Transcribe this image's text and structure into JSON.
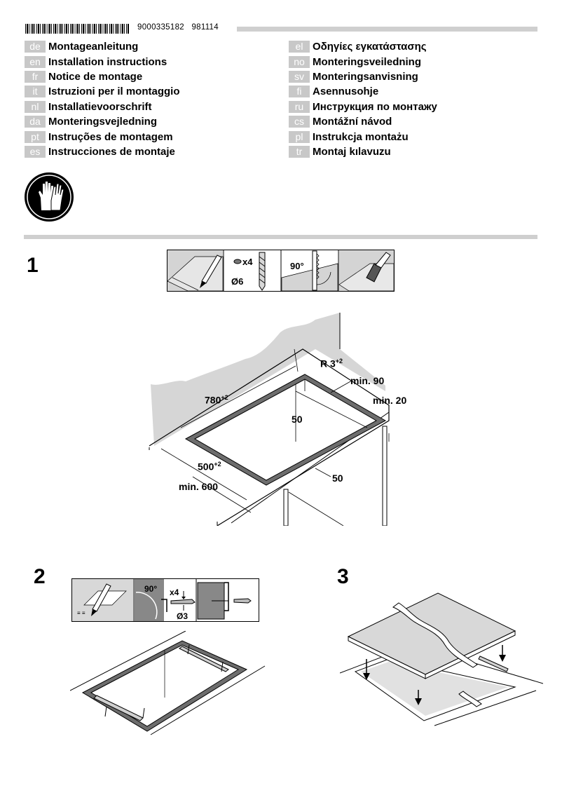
{
  "header": {
    "part_number": "9000335182",
    "date_code": "981114"
  },
  "languages_left": [
    {
      "code": "de",
      "title": "Montageanleitung"
    },
    {
      "code": "en",
      "title": "Installation instructions"
    },
    {
      "code": "fr",
      "title": "Notice de montage"
    },
    {
      "code": "it",
      "title": "Istruzioni per il montaggio"
    },
    {
      "code": "nl",
      "title": "Installatievoorschrift"
    },
    {
      "code": "da",
      "title": "Monteringsvejledning"
    },
    {
      "code": "pt",
      "title": "Instruções de montagem"
    },
    {
      "code": "es",
      "title": "Instrucciones de montaje"
    }
  ],
  "languages_right": [
    {
      "code": "el",
      "title": "Οδηγίες εγκατάστασης"
    },
    {
      "code": "no",
      "title": "Monteringsveiledning"
    },
    {
      "code": "sv",
      "title": "Monteringsanvisning"
    },
    {
      "code": "fi",
      "title": "Asennusohje"
    },
    {
      "code": "ru",
      "title": "Инструкция по монтажу"
    },
    {
      "code": "cs",
      "title": "Montážní návod"
    },
    {
      "code": "pl",
      "title": "Instrukcja montażu"
    },
    {
      "code": "tr",
      "title": "Montaj kılavuzu"
    }
  ],
  "step1": {
    "number": "1",
    "tool_quantity": "x4",
    "drill_diameter": "Ø6",
    "saw_angle": "90°",
    "corner_radius": "R 3",
    "corner_radius_tol": "+2",
    "rear_min": "min. 90",
    "side_min": "min. 20",
    "cutout_width": "780",
    "cutout_width_tol": "+2",
    "cutout_depth": "500",
    "cutout_depth_tol": "+2",
    "worktop_min": "min. 600",
    "inner_dim_1": "50",
    "inner_dim_2": "50"
  },
  "step2": {
    "number": "2",
    "angle": "90°",
    "screw_quantity": "x4",
    "screw_diameter": "Ø3"
  },
  "step3": {
    "number": "3"
  }
}
